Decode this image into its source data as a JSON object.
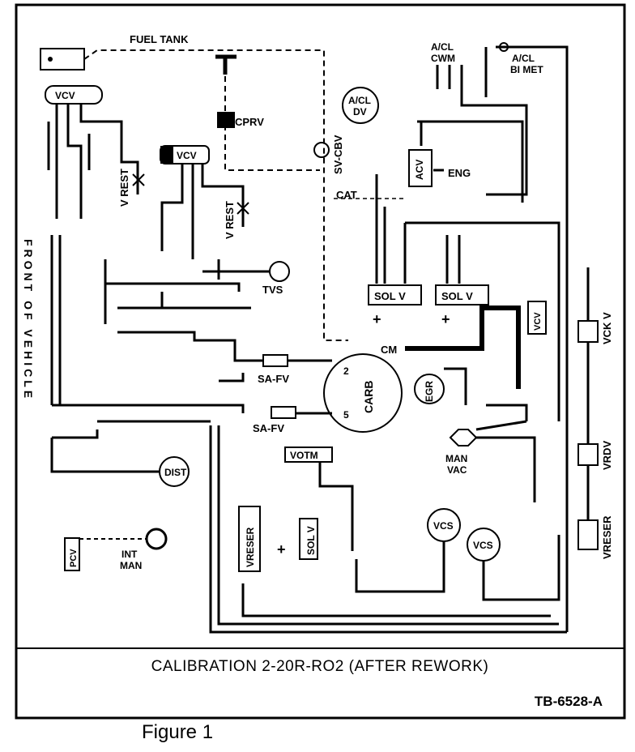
{
  "labels": {
    "fuel_tank": "FUEL TANK",
    "vcv_top_left": "VCV",
    "vcv_mid": "VCV",
    "vcv_right": "VCV",
    "cprv": "CPRV",
    "aclcwm": "A/CL\nCWM",
    "acl_bimet": "A/CL\nBI MET",
    "acl_dv": "A/CL\nDV",
    "sv_cbv": "SV-CBV",
    "acv": "ACV",
    "eng": "ENG",
    "cat": "CAT",
    "v_rest_left": "V REST",
    "v_rest_mid": "V REST",
    "tvs": "TVS",
    "sol_v_1": "SOL V",
    "sol_v_2": "SOL V",
    "sol_v_3": "SOL V",
    "front_of_vehicle": "FRONT OF VEHICLE",
    "cm": "CM",
    "carb": "CARB",
    "egr": "EGR",
    "sa_fv_1": "SA-FV",
    "sa_fv_2": "SA-FV",
    "port_2": "2",
    "port_5": "5",
    "vck_v": "VCK V",
    "vrdv": "VRDV",
    "vreser_right": "VRESER",
    "vreser_left": "VRESER",
    "man_vac": "MAN\nVAC",
    "dist": "DIST",
    "vcs_1": "VCS",
    "vcs_2": "VCS",
    "votm": "VOTM",
    "pcv": "PCV",
    "int_man": "INT\nMAN",
    "plus": "+"
  },
  "caption": "CALIBRATION 2-20R-RO2 (AFTER REWORK)",
  "reference": "TB-6528-A",
  "figure": "Figure 1"
}
